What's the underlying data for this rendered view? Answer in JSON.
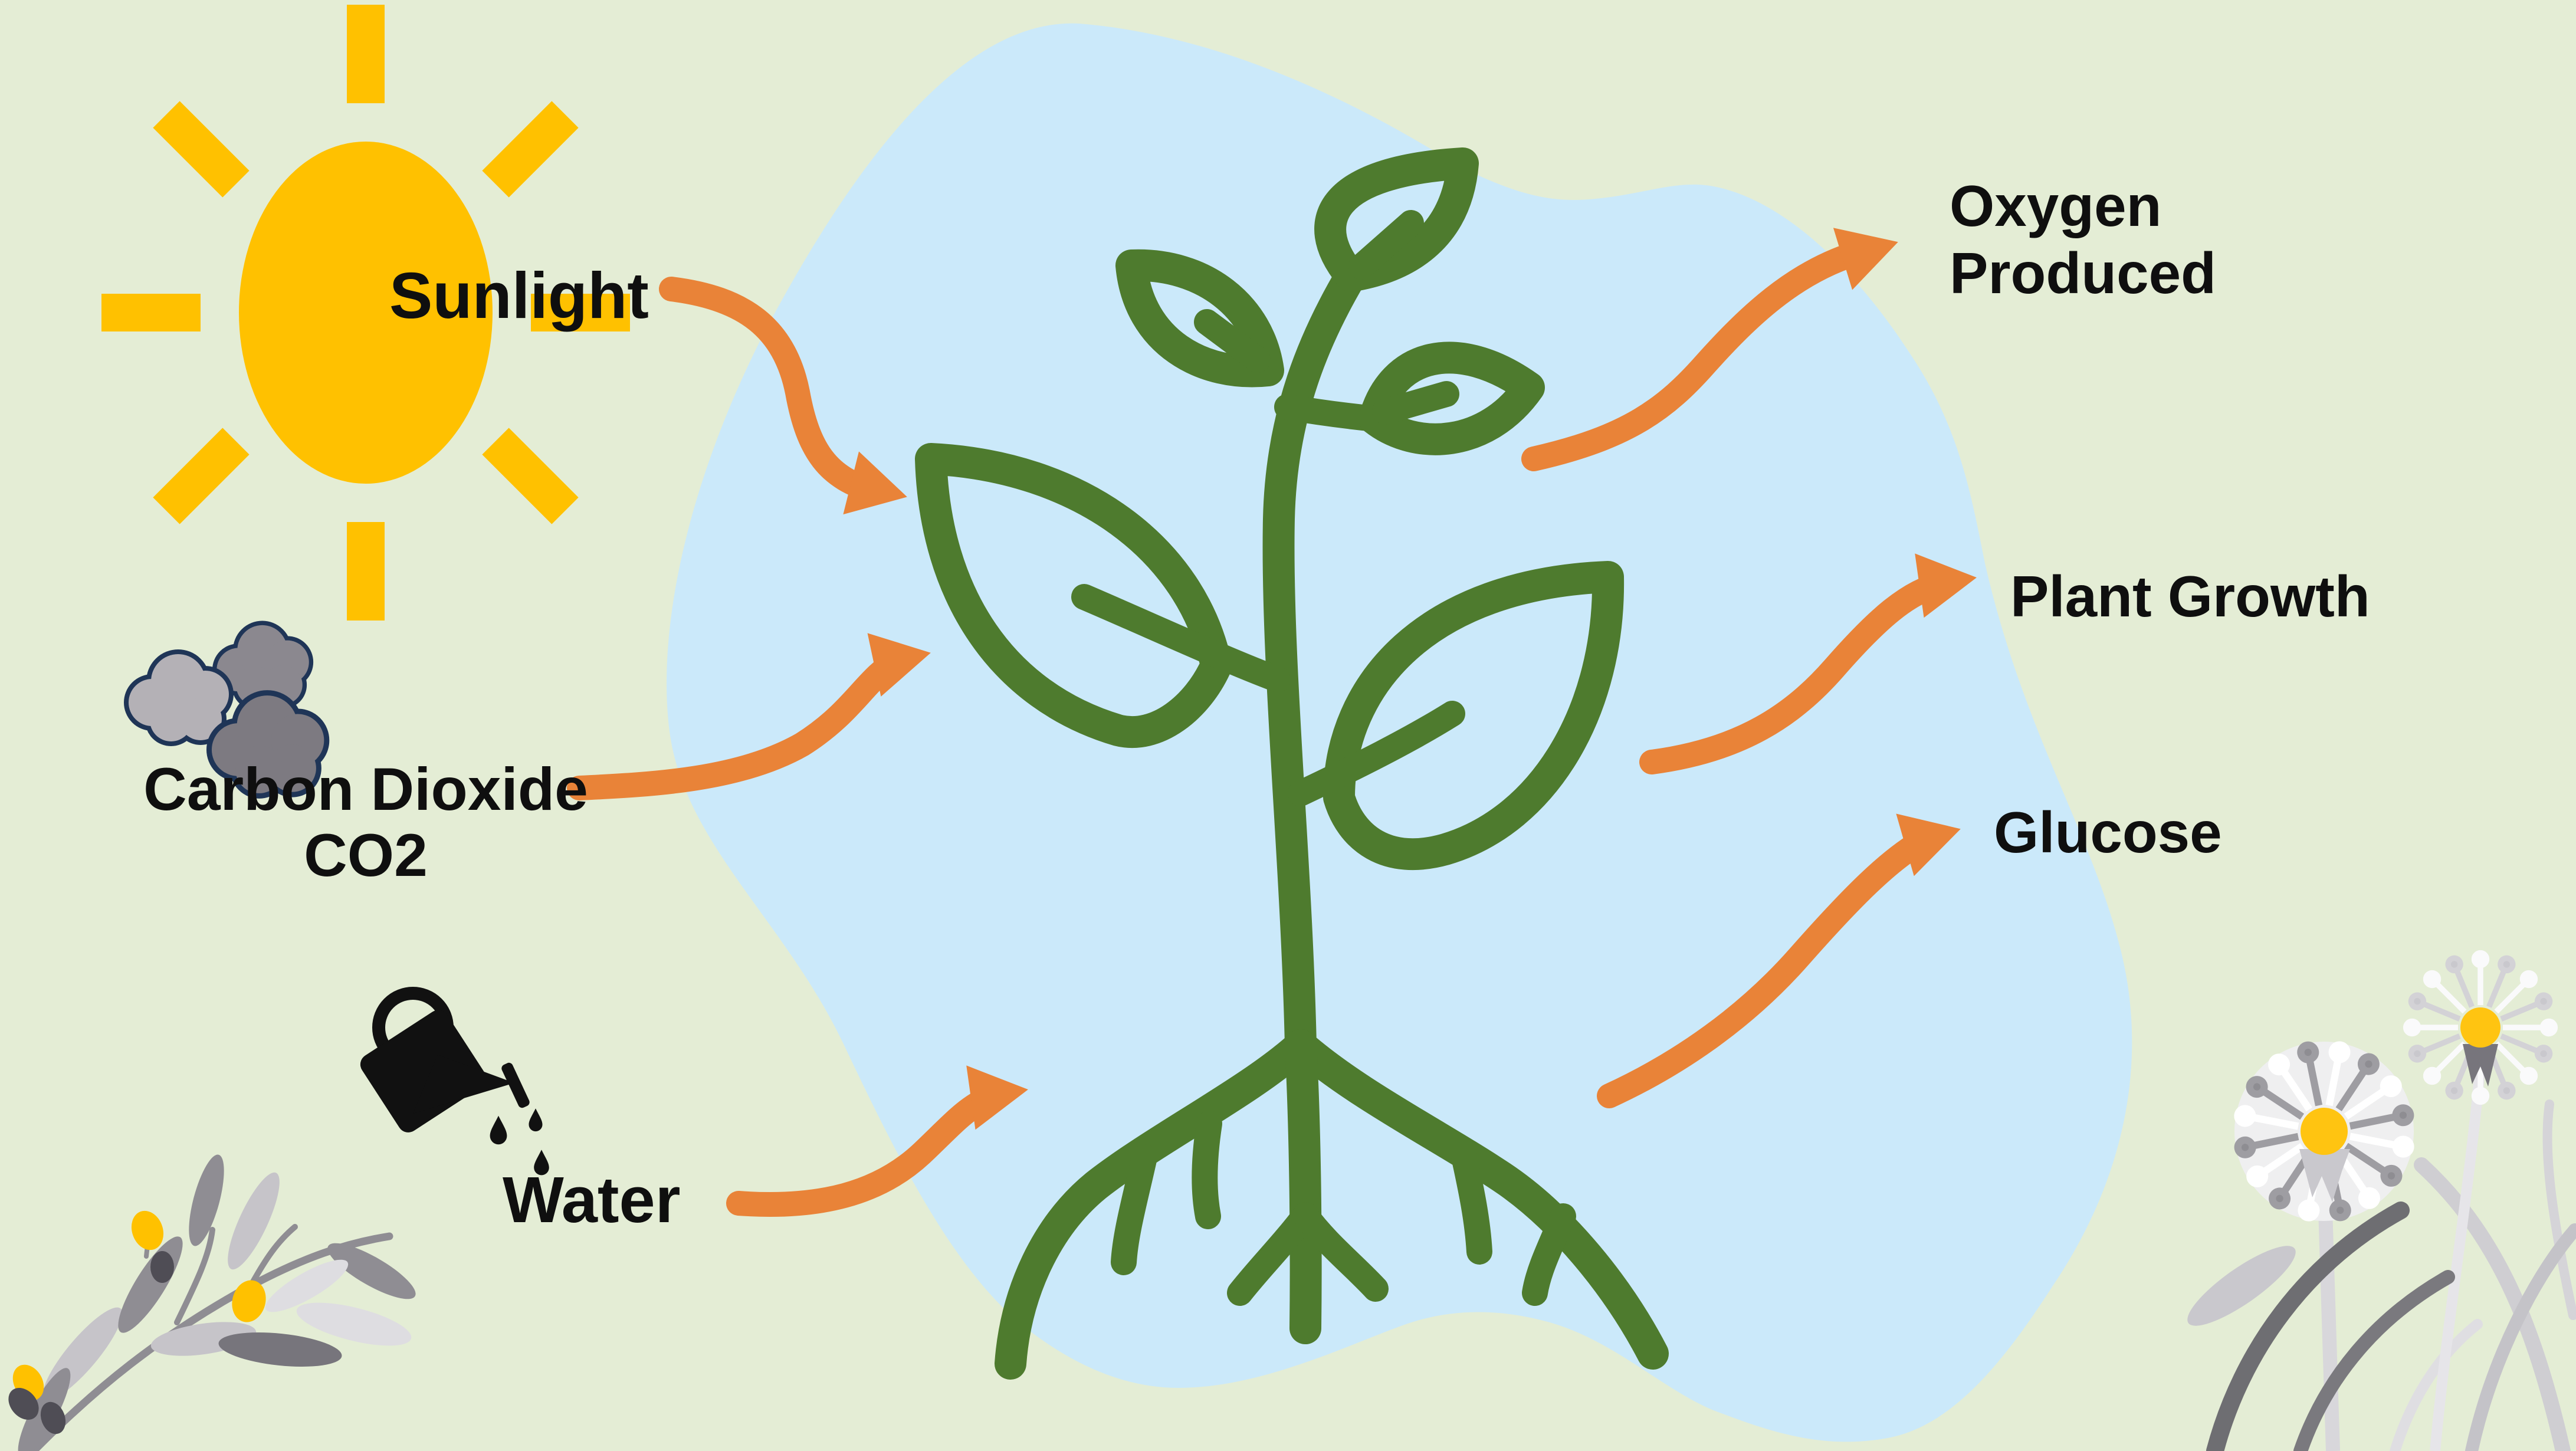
{
  "diagram": {
    "labels": {
      "sunlight": "Sunlight",
      "carbon_dioxide_line1": "Carbon Dioxide",
      "carbon_dioxide_line2": "CO2",
      "water": "Water",
      "oxygen_line1": "Oxygen",
      "oxygen_line2": "Produced",
      "plant_growth": "Plant Growth",
      "glucose": "Glucose"
    },
    "icons": [
      "sun-icon",
      "co2-clouds-icon",
      "watering-can-icon",
      "plant-seedling-icon",
      "dandelion-flowers-icon",
      "olive-branch-icon"
    ],
    "colors": {
      "background": "#E4EDD5",
      "pond_blob": "#CBE9FA",
      "plant_green": "#4E7B2E",
      "arrow_orange": "#E98338",
      "sun_yellow": "#FFC100",
      "text": "#0F0F0F",
      "cloud_outline": "#1F3557"
    }
  }
}
